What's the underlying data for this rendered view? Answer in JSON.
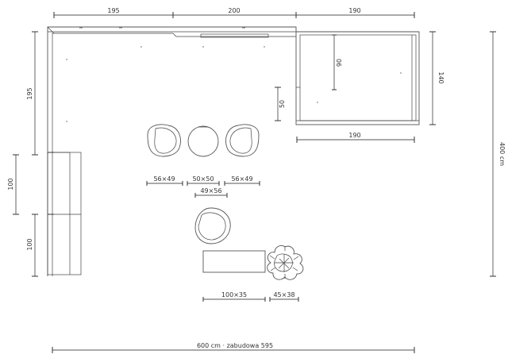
{
  "dimensions": {
    "top_1": "195",
    "top_2": "200",
    "top_3": "190",
    "left_upper": "195",
    "left_mid": "100",
    "left_lower": "100",
    "right_total": "400 cm",
    "alcove_width": "190",
    "alcove_depth": "140",
    "alcove_inner": "90",
    "step": "50",
    "chair_1": "56×49",
    "chair_2": "50×50",
    "chair_3": "56×49",
    "chair_4": "49×56",
    "table": "100×35",
    "plant": "45×38",
    "total_width": "600 cm · zabudowa 595"
  },
  "colors": {
    "line": "#555555",
    "text": "#333333",
    "background": "#ffffff"
  }
}
